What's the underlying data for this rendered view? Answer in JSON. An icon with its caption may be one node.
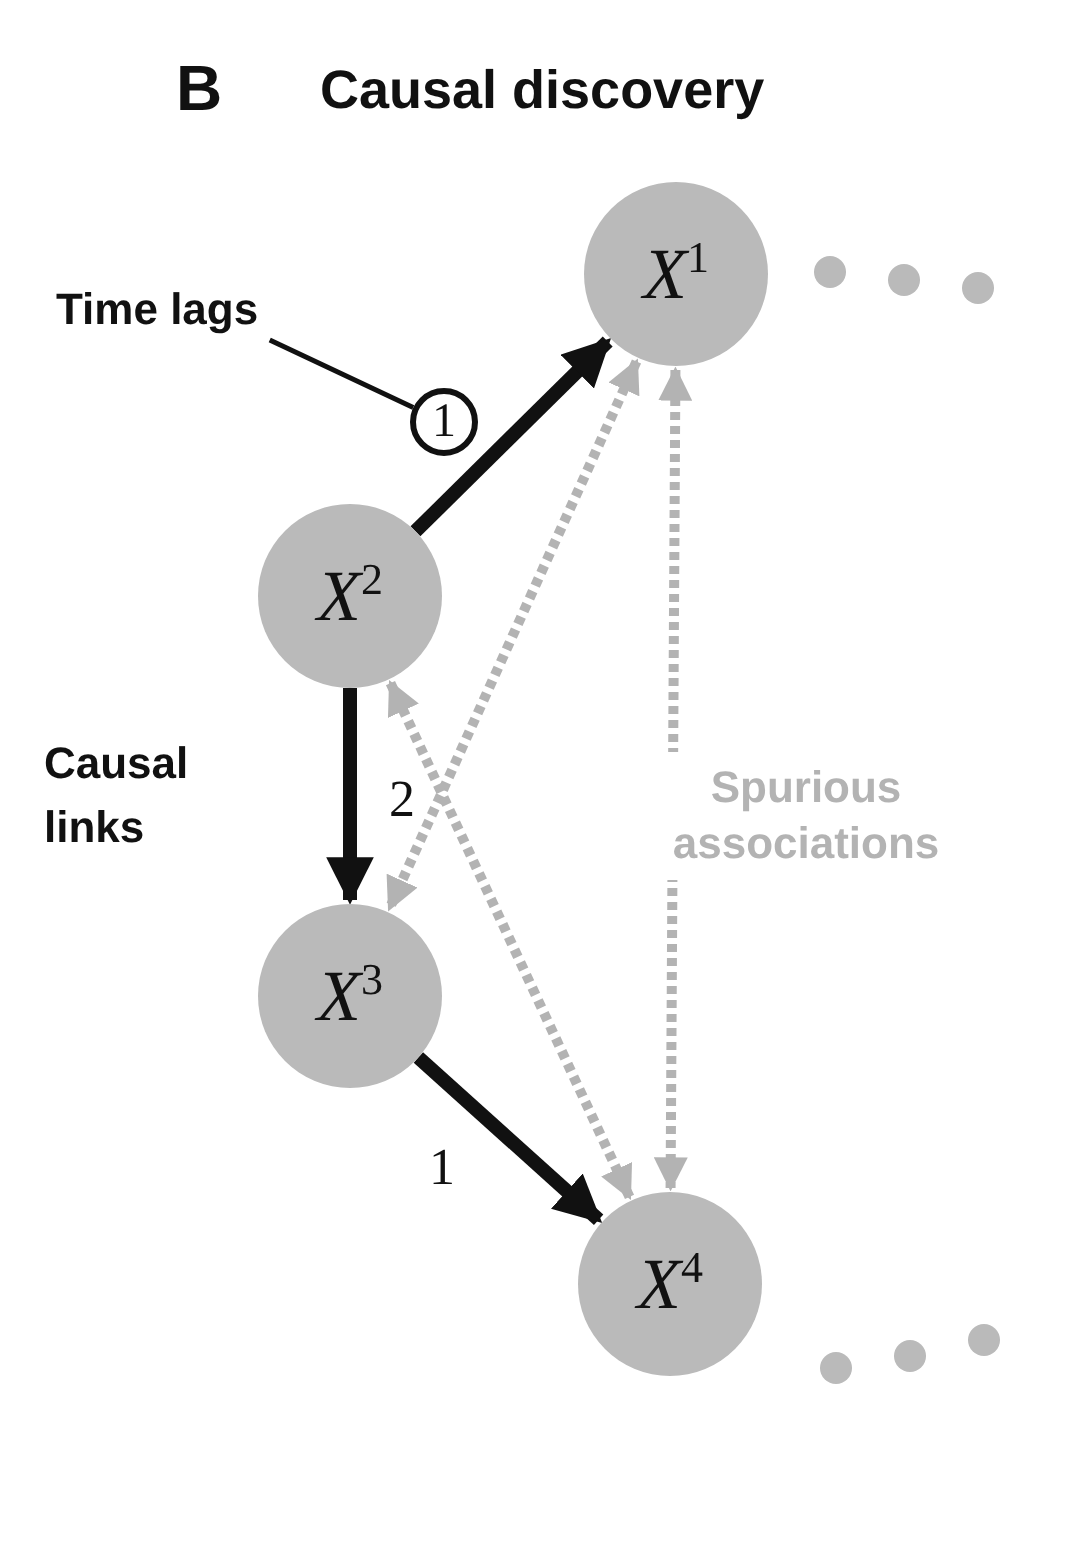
{
  "diagram": {
    "title": "Causal discovery",
    "nodes": [
      {
        "text": [
          "X$^{1}$"
        ]
      },
      {
        "text": [
          "Time lags"
        ]
      },
      {
        "text": [
          "1"
        ]
      },
      {
        "text": [
          "X$^{2}$"
        ]
      },
      {
        "text": [
          "X$^{3}$"
        ]
      },
      {
        "text": [
          "X$^{4}$"
        ]
      }
    ],
    "edges": [
      {
        "from": 3,
        "to": 0,
        "arrow": "to"
      },
      {
        "from": 1,
        "to": 2,
        "arrow": "none"
      },
      {
        "from": 3,
        "to": 4,
        "arrow": "to",
        "label": "2"
      },
      {
        "from": 4,
        "to": 5,
        "arrow": "to",
        "label": "1"
      },
      {
        "from": 0,
        "to": 4,
        "arrow": "both",
        "style": "dashed",
        "color": "#b3b3b3"
      },
      {
        "from": 3,
        "to": 5,
        "arrow": "both",
        "style": "dashed",
        "color": "#b3b3b3"
      },
      {
        "from": 0,
        "to": 5,
        "arrow": "both",
        "style": "dashed",
        "color": "#b3b3b3",
        "label": "Spurious associations"
      }
    ],
    "labels": [
      "B",
      "Causal links"
    ]
  }
}
